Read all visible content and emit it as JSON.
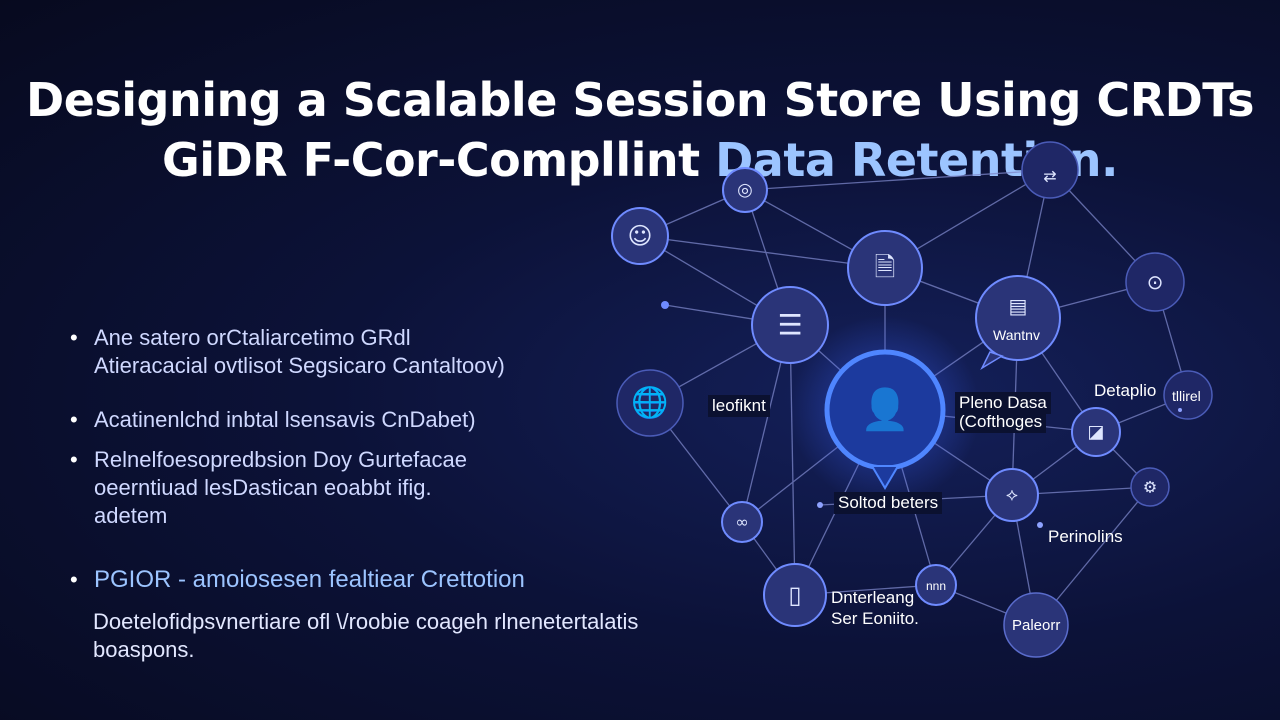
{
  "title": {
    "line1": "Designing a Scalable Session Store Using CRDTs",
    "line2_prefix": "GiDR F-Cor-Compllint ",
    "line2_highlight": "Data Retention."
  },
  "bullets": [
    {
      "lines": [
        "Ane satero orCtaliarcetimo GRdl",
        "Atieracacial ovtlisot Segsicaro Cantaltoov)"
      ]
    },
    {
      "lines": [
        "Acatinenlchd inbtal lsensavis CnDabet)"
      ]
    },
    {
      "lines": [
        "Relnelfoesopredbsion Doy Gurtefacae",
        "oeerntiuad lesDastican eoabbt ifig.",
        "adetem"
      ]
    },
    {
      "lines": [
        "PGIOR  - amoiosesen fealtiear Crettotion"
      ]
    }
  ],
  "paragraph": [
    "Doetelofidpsvnertiare ofl \\/roobie coageh rlnenetertalatis",
    "boaspons."
  ],
  "network": {
    "labels": {
      "left_center": "leofiknt",
      "right_center_1": "Pleno Dasa",
      "right_center_2": "(Cofthoges",
      "bottom_center": "Soltod beters",
      "right_top": "Detaplio",
      "bottom_right": "Perinolins",
      "bottom_mid_1": "Dnterleang",
      "bottom_mid_2": "Ser Eoniito.",
      "node_manifest": "Wantnv",
      "node_far_right": "tllirel",
      "node_small": "nnn",
      "node_bottom_right": "Paleorr"
    },
    "colors": {
      "node_fill": "#2a3478",
      "node_stroke": "#6f8bff",
      "center_stroke": "#4f86ff",
      "line": "#7c86c9"
    }
  }
}
